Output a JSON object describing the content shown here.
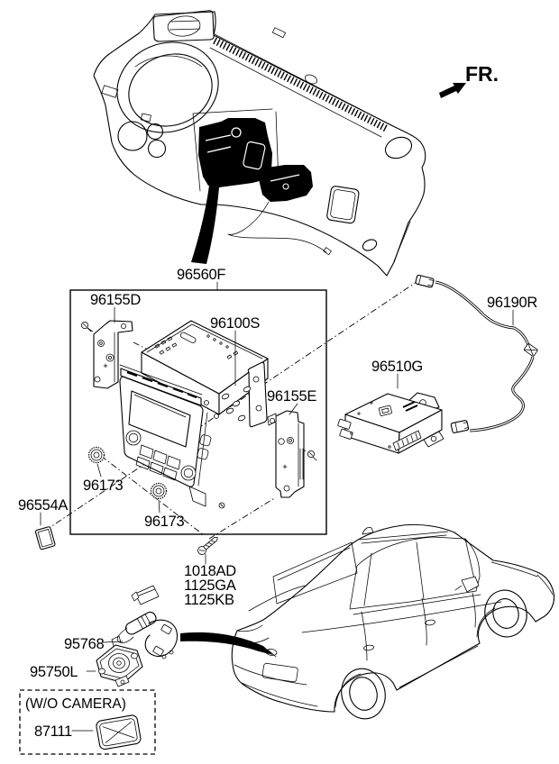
{
  "figure": {
    "fr_indicator": "FR.",
    "parts": {
      "audio_assembly": {
        "label": "96560F"
      },
      "bracket_left": {
        "label": "96155D"
      },
      "head_unit": {
        "label": "96100S"
      },
      "bracket_right": {
        "label": "96155E"
      },
      "knob_left": {
        "label": "96173"
      },
      "knob_spare": {
        "label": "96173"
      },
      "antenna_pad": {
        "label": "96554A"
      },
      "feeder_cable": {
        "label": "96190R"
      },
      "tuner_module": {
        "label": "96510G"
      },
      "screw_labels": [
        "1018AD",
        "1125GA",
        "1125KB"
      ],
      "camera_harness": {
        "label": "95768"
      },
      "rear_camera": {
        "label": "95750L"
      },
      "no_camera_group": {
        "title": "(W/O CAMERA)",
        "cover_pad": {
          "label": "87111"
        }
      }
    }
  }
}
